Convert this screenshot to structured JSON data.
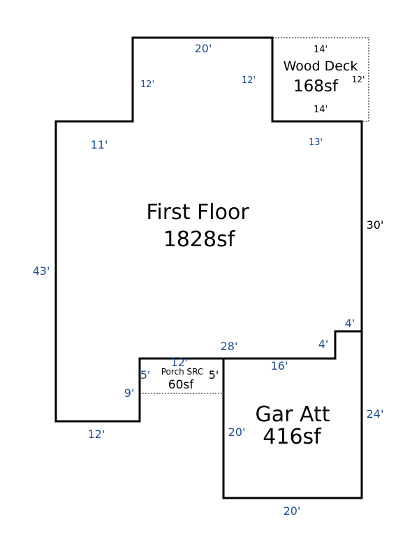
{
  "areas": {
    "first_floor": {
      "name": "First Floor",
      "area": "1828sf"
    },
    "wood_deck": {
      "name": "Wood Deck",
      "area": "168sf"
    },
    "garage": {
      "name": "Gar Att",
      "area": "416sf"
    },
    "porch": {
      "name": "Porch SRC",
      "area": "60sf"
    }
  },
  "dimensions": {
    "top": "20'",
    "left_step": "12'",
    "right_step": "12'",
    "left_upper": "11'",
    "right_upper": "13'",
    "left_side": "43'",
    "right_side": "30'",
    "notch_top": "4'",
    "notch_side": "4'",
    "porch_top": "28'",
    "porch_width": "12'",
    "garage_top": "16'",
    "porch_left": "5'",
    "porch_right": "5'",
    "left_lower": "9'",
    "bottom_left": "12'",
    "garage_left": "20'",
    "garage_right": "24'",
    "garage_bottom": "20'",
    "deck_top": "14'",
    "deck_bottom": "14'",
    "deck_right": "12'"
  },
  "colors": {
    "dimension_text": "#1f4e8c",
    "walls": "#000000"
  }
}
